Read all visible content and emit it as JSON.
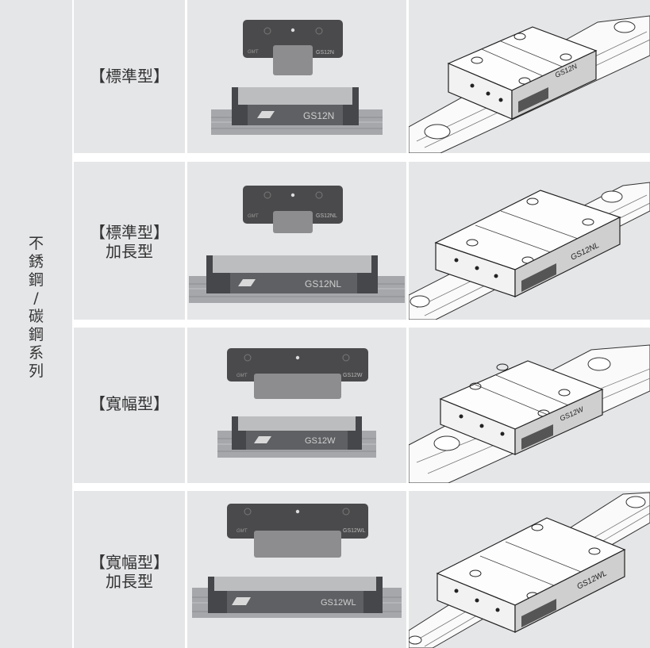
{
  "side_title_chars": [
    "不",
    "銹",
    "鋼",
    "/",
    "碳",
    "鋼",
    "系",
    "列"
  ],
  "rows": [
    {
      "label_lines": [
        "【標準型】"
      ],
      "model": "GS12N",
      "brand": "GMT"
    },
    {
      "label_lines": [
        "【標準型】",
        "加長型"
      ],
      "model": "GS12NL",
      "brand": "GMT"
    },
    {
      "label_lines": [
        "【寬幅型】"
      ],
      "model": "GS12W",
      "brand": "GMT"
    },
    {
      "label_lines": [
        "【寬幅型】",
        "加長型"
      ],
      "model": "GS12WL",
      "brand": "GMT"
    }
  ]
}
